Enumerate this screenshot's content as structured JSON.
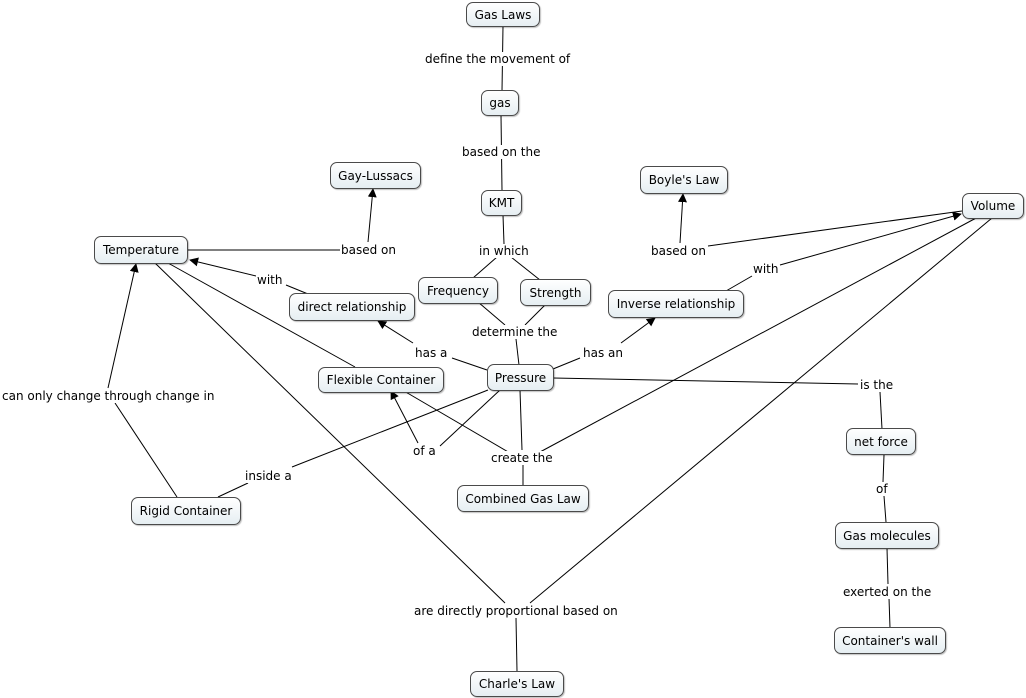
{
  "nodes": {
    "gas_laws": "Gas Laws",
    "gas": "gas",
    "kmt": "KMT",
    "gay_lussacs": "Gay-Lussacs",
    "boyles_law": "Boyle's Law",
    "volume": "Volume",
    "temperature": "Temperature",
    "frequency": "Frequency",
    "strength": "Strength",
    "direct_relationship": "direct relationship",
    "inverse_relationship": "Inverse relationship",
    "pressure": "Pressure",
    "flexible_container": "Flexible Container",
    "net_force": "net force",
    "combined_gas_law": "Combined Gas Law",
    "rigid_container": "Rigid Container",
    "gas_molecules": "Gas molecules",
    "containers_wall": "Container's wall",
    "charles_law": "Charle's Law"
  },
  "links": {
    "define_the_movement_of": "define the movement of",
    "based_on_the": "based on the",
    "in_which": "in which",
    "based_on_temp": "based on",
    "based_on_volume": "based on",
    "with_direct": "with",
    "with_inverse": "with",
    "determine_the": "determine the",
    "has_a": "has a",
    "has_an": "has an",
    "is_the": "is the",
    "can_only_change": "can only change through change in",
    "of_a": "of a",
    "create_the": "create the",
    "inside_a": "inside a",
    "of": "of",
    "exerted_on_the": "exerted on the",
    "are_directly_proportional": "are directly proportional based on"
  }
}
